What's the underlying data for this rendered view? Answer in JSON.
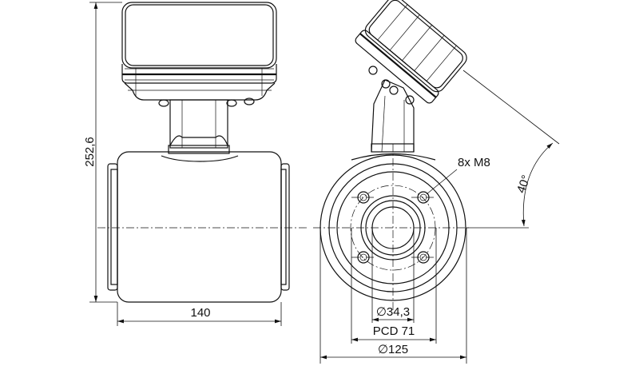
{
  "dimensions": {
    "height": "252,6",
    "body_length": "140",
    "bore_diameter": "∅34,3",
    "pitch_circle": "PCD 71",
    "outer_diameter": "∅125",
    "bolts": "8x M8",
    "rotation_angle": "40°"
  }
}
